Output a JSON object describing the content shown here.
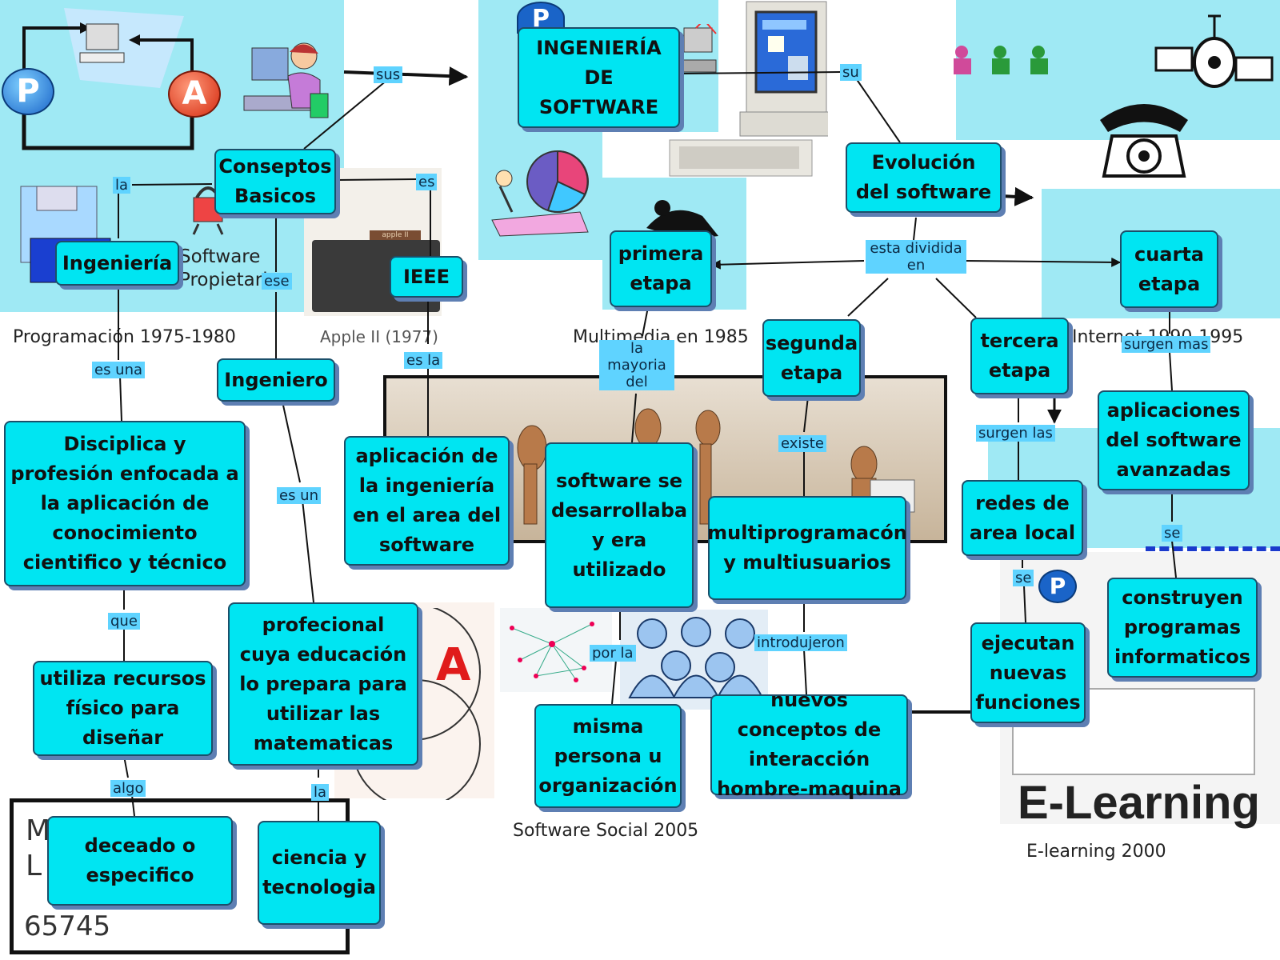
{
  "diagram": {
    "central": "INGENIERÍA DE SOFTWARE",
    "nodes": {
      "conseptos": "Conseptos Basicos",
      "evolucion": "Evolución del software",
      "ingenieria": "Ingeniería",
      "ieee": "IEEE",
      "ingeniero": "Ingeniero",
      "disciplina": "Disciplica y profesión enfocada a la aplicación de conocimiento cientifico y técnico",
      "aplicacion": "aplicación de la ingeniería en el area del software",
      "profesional": "profecional cuya educación lo prepara para utilizar las matematicas",
      "recursos": "utiliza recursos físico para diseñar",
      "deseado": "deceado o especifico",
      "ciencia": "ciencia y tecnologia",
      "primera": "primera etapa",
      "segunda": "segunda etapa",
      "tercera": "tercera etapa",
      "cuarta": "cuarta etapa",
      "software_des": "software se desarrollaba y era utilizado",
      "multiprog": "multiprogramacón y multiusuarios",
      "nuevos": "nuevos conceptos de interacción hombre-maquina",
      "misma": "misma persona u organización",
      "redes": "redes de area local",
      "aplicaciones": "aplicaciones del software avanzadas",
      "ejecutan": "ejecutan nuevas funciones",
      "construyen": "construyen programas informaticos"
    },
    "links": {
      "sus": "sus",
      "su": "su",
      "la": "la",
      "es": "es",
      "ese": "ese",
      "es_la": "es la",
      "es_una": "es una",
      "es_un": "es un",
      "que": "que",
      "algo": "algo",
      "la2": "la",
      "dividida": "esta dividida en",
      "mayoria": "la mayoria del",
      "existe": "existe",
      "introdujeron": "introdujeron",
      "por_la": "por la",
      "surgen_las": "surgen las",
      "surgen_mas": "surgen mas",
      "se1": "se",
      "se2": "se"
    }
  },
  "background": {
    "captions": {
      "programacion": "Programación 1975-1980",
      "apple": "Apple II (1977)",
      "multimedia": "Multimedia en 1985",
      "internet": "Internet 1990-1995",
      "social": "Software Social 2005",
      "elearning_caption": "E-learning 2000",
      "elearning_logo": "E-Learning",
      "software_propietario": "Software Propietario",
      "apple_brand": "apple II",
      "id_number": "65745",
      "name_fragment": "M",
      "name_fragment2": "L",
      "p_letter": "P",
      "a_letter": "A"
    }
  },
  "colors": {
    "node_fill": "#00e5f2",
    "node_border": "#1b4f6a",
    "node_shadow": "#5e7fb3",
    "link_label": "#5fd3ff",
    "cyan_background": "#9fe9f4"
  }
}
